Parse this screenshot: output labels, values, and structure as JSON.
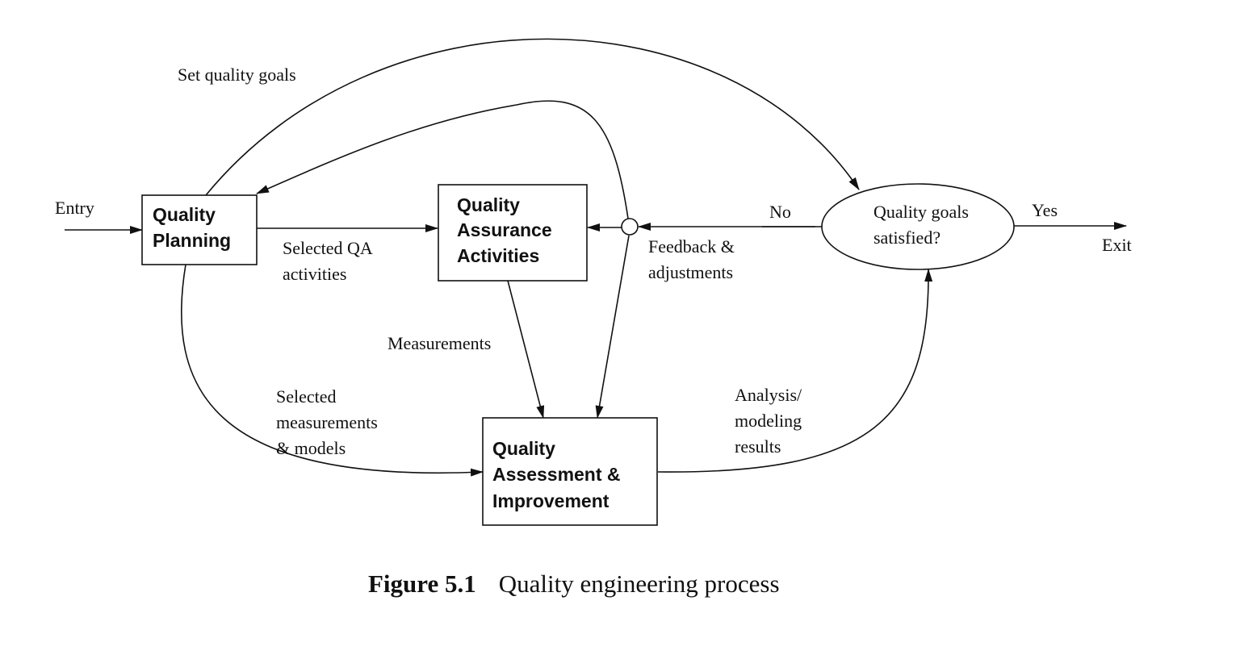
{
  "nodes": {
    "quality_planning": {
      "lines": [
        "Quality",
        "Planning"
      ]
    },
    "qa_activities": {
      "lines": [
        "Quality",
        "Assurance",
        "Activities"
      ]
    },
    "assessment": {
      "lines": [
        "Quality",
        "Assessment &",
        "Improvement"
      ]
    },
    "decision": {
      "lines": [
        "Quality goals",
        "satisfied?"
      ]
    }
  },
  "labels": {
    "entry": "Entry",
    "exit": "Exit",
    "yes": "Yes",
    "no": "No",
    "set_goals": "Set quality goals",
    "selected_qa": [
      "Selected QA",
      "activities"
    ],
    "feedback": [
      "Feedback &",
      "adjustments"
    ],
    "measurements": "Measurements",
    "selected_measurements": [
      "Selected",
      "measurements",
      "& models"
    ],
    "analysis": [
      "Analysis/",
      "modeling",
      "results"
    ]
  },
  "caption": {
    "number": "Figure 5.1",
    "title": "Quality engineering process"
  }
}
